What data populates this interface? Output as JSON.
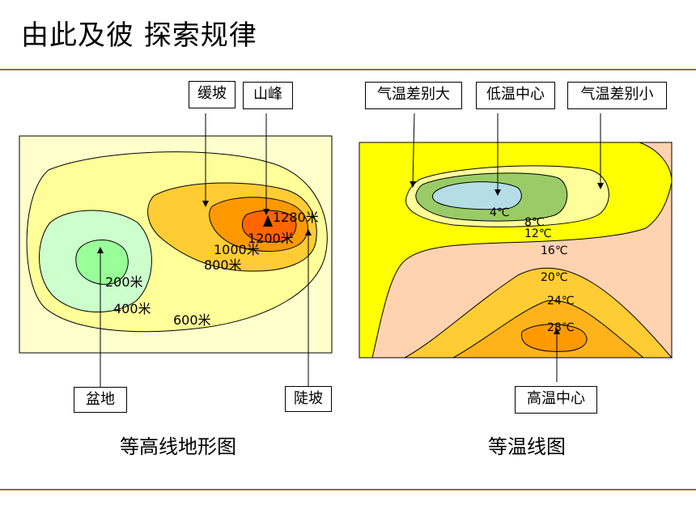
{
  "title": "由此及彼  探索规律",
  "colors": {
    "rule": "#b5622b",
    "contour_bg": "#ffffcc",
    "contour_600": "#ffff99",
    "contour_400": "#ccffcc",
    "contour_200": "#99ff99",
    "contour_800": "#ffcc33",
    "contour_1000": "#ff9900",
    "contour_1200": "#ff6600",
    "iso_yellow": "#ffff00",
    "iso_peach": "#ffd2b0",
    "iso_green": "#99cc66",
    "iso_blue": "#b4dde6",
    "iso_orange": "#ffcc33",
    "iso_hot": "#ff9900"
  },
  "left": {
    "caption": "等高线地形图",
    "labels": {
      "gentle_slope": "缓坡",
      "peak": "山峰",
      "basin": "盆地",
      "steep_slope": "陡坡"
    },
    "contours": {
      "c1280": "1280米",
      "c1200": "1200米",
      "c1000": "1000米",
      "c800": "800米",
      "c600": "600米",
      "c400": "400米",
      "c200": "200米"
    }
  },
  "right": {
    "caption": "等温线图",
    "labels": {
      "diff_large": "气温差别大",
      "low_center": "低温中心",
      "diff_small": "气温差别小",
      "high_center": "高温中心"
    },
    "isotherms": {
      "t4": "4℃",
      "t8": "8℃",
      "t12": "12℃",
      "t16": "16℃",
      "t20": "20℃",
      "t24": "24℃",
      "t28": "28℃"
    }
  }
}
